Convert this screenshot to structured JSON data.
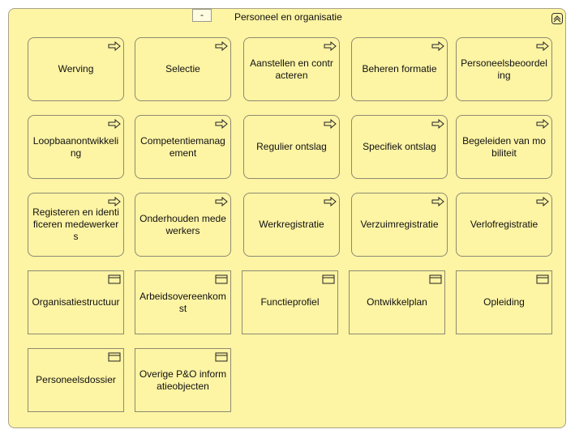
{
  "group": {
    "title": "Personeel en organisatie",
    "collapse_label": "-",
    "icon": "chevron-up-icon"
  },
  "elements": [
    {
      "label": "Werving",
      "kind": "process",
      "icon": "process-arrow-icon"
    },
    {
      "label": "Selectie",
      "kind": "process",
      "icon": "process-arrow-icon"
    },
    {
      "label": "Aanstellen en contracteren",
      "kind": "process",
      "icon": "process-arrow-icon"
    },
    {
      "label": "Beheren formatie",
      "kind": "process",
      "icon": "process-arrow-icon"
    },
    {
      "label": "Personeelsbeoordeling",
      "kind": "process",
      "icon": "process-arrow-icon"
    },
    {
      "label": "Loopbaanontwikkeling",
      "kind": "process",
      "icon": "process-arrow-icon"
    },
    {
      "label": "Competentiemanagement",
      "kind": "process",
      "icon": "process-arrow-icon"
    },
    {
      "label": "Regulier ontslag",
      "kind": "process",
      "icon": "process-arrow-icon"
    },
    {
      "label": "Specifiek ontslag",
      "kind": "process",
      "icon": "process-arrow-icon"
    },
    {
      "label": "Begeleiden van mobiliteit",
      "kind": "process",
      "icon": "process-arrow-icon"
    },
    {
      "label": "Registeren en identificeren medewerkers",
      "kind": "process",
      "icon": "process-arrow-icon"
    },
    {
      "label": "Onderhouden medewerkers",
      "kind": "process",
      "icon": "process-arrow-icon"
    },
    {
      "label": "Werkregistratie",
      "kind": "process",
      "icon": "process-arrow-icon"
    },
    {
      "label": "Verzuimregistratie",
      "kind": "process",
      "icon": "process-arrow-icon"
    },
    {
      "label": "Verlofregistratie",
      "kind": "process",
      "icon": "process-arrow-icon"
    },
    {
      "label": "Organisatiestructuur",
      "kind": "object",
      "icon": "business-object-icon"
    },
    {
      "label": "Arbeidsovereenkomst",
      "kind": "object",
      "icon": "business-object-icon"
    },
    {
      "label": "Functieprofiel",
      "kind": "object",
      "icon": "business-object-icon"
    },
    {
      "label": "Ontwikkelplan",
      "kind": "object",
      "icon": "business-object-icon"
    },
    {
      "label": "Opleiding",
      "kind": "object",
      "icon": "business-object-icon"
    },
    {
      "label": "Personeelsdossier",
      "kind": "object",
      "icon": "business-object-icon"
    },
    {
      "label": "Overige  P&O informatieobjecten",
      "kind": "object",
      "icon": "business-object-icon"
    }
  ]
}
